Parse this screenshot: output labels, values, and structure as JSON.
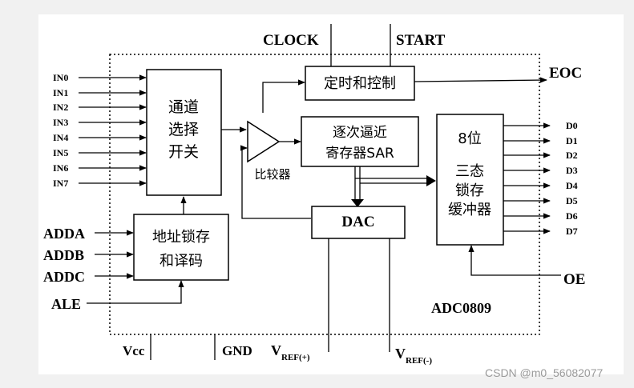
{
  "diagram": {
    "inputs": [
      "IN0",
      "IN1",
      "IN2",
      "IN3",
      "IN4",
      "IN5",
      "IN6",
      "IN7"
    ],
    "outputs": [
      "D0",
      "D1",
      "D2",
      "D3",
      "D4",
      "D5",
      "D6",
      "D7"
    ],
    "address": [
      "ADDA",
      "ADDB",
      "ADDC",
      "ALE"
    ],
    "top_pins": {
      "clock": "CLOCK",
      "start": "START"
    },
    "eoc": "EOC",
    "oe": "OE",
    "bottom_pins": {
      "vcc": "Vcc",
      "gnd": "GND",
      "vref_pos_base": "V",
      "vref_pos_sub": "REF(+)",
      "vref_neg_base": "V",
      "vref_neg_sub": "REF(-)"
    },
    "blocks": {
      "mux": [
        "通道",
        "选择",
        "开关"
      ],
      "latch": [
        "地址锁存",
        "和译码"
      ],
      "timing": "定时和控制",
      "sar": [
        "逐次逼近",
        "寄存器SAR"
      ],
      "dac": "DAC",
      "buffer": [
        "8位",
        "三态",
        "锁存",
        "缓冲器"
      ],
      "comparator": "比较器"
    },
    "chip_name": "ADC0809",
    "chip_name_color": "#8b1a2a"
  },
  "watermark": "CSDN @m0_56082077"
}
